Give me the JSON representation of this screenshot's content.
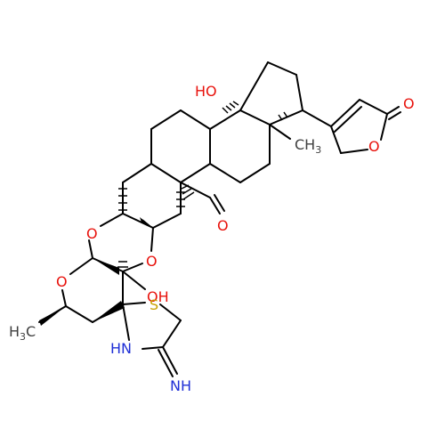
{
  "atoms": {
    "oh_top": {
      "text": "HO",
      "color": "#e8120c"
    },
    "ch3_right": {
      "text": "CH",
      "sub": "3",
      "color": "#404040"
    },
    "lactone_ketone_o": {
      "text": "O",
      "color": "#e8120c"
    },
    "lactone_ring_o": {
      "text": "O",
      "color": "#e8120c"
    },
    "aldehyde_o": {
      "text": "O",
      "color": "#e8120c"
    },
    "dioxane_o_left": {
      "text": "O",
      "color": "#e8120c"
    },
    "dioxane_o_right": {
      "text": "O",
      "color": "#e8120c"
    },
    "pyran_o": {
      "text": "O",
      "color": "#e8120c"
    },
    "oh_center": {
      "text": "OH",
      "color": "#e8120c"
    },
    "thio_s": {
      "text": "S",
      "color": "#c8a000"
    },
    "ch3_left": {
      "text": "H",
      "sub": "3",
      "tail": "C",
      "color": "#404040"
    },
    "nh_ring": {
      "text": "HN",
      "color": "#1f2fd6"
    },
    "nh_imine": {
      "text": "NH",
      "color": "#1f2fd6"
    }
  }
}
